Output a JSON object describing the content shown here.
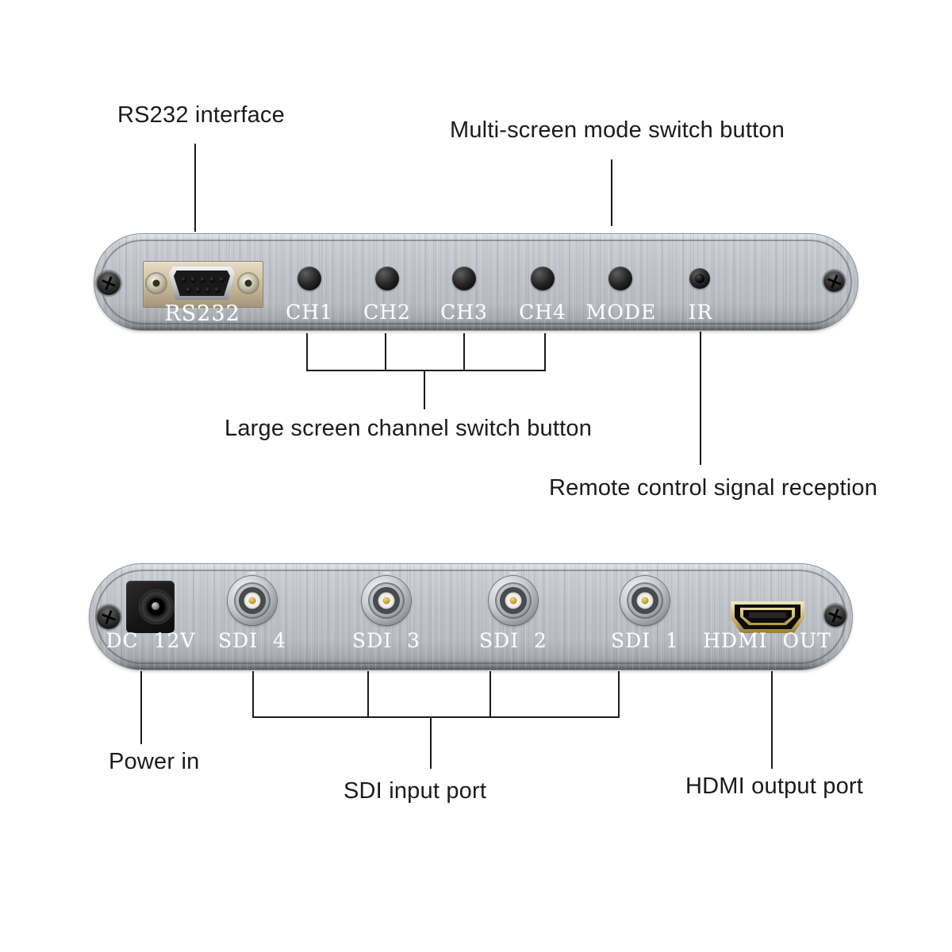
{
  "colors": {
    "panel_metal": "#bfc3c9",
    "panel_edge": "#54575c",
    "silkscreen_text": "#ffffff",
    "annotation_text": "#1b1b1b",
    "hdmi_gold": "#cdb267",
    "bnc_pin_gold": "#c79a2e"
  },
  "annotations": {
    "rs232": "RS232 interface",
    "multi_screen": "Multi-screen mode switch button",
    "large_screen": "Large screen channel switch button",
    "remote": "Remote control signal reception",
    "power_in": "Power in",
    "sdi_input": "SDI input port",
    "hdmi_output": "HDMI output port"
  },
  "device": {
    "top_panel": {
      "rs232_port_label": "RS232",
      "buttons": [
        {
          "label": "CH1"
        },
        {
          "label": "CH2"
        },
        {
          "label": "CH3"
        },
        {
          "label": "CH4"
        },
        {
          "label": "MODE"
        },
        {
          "label": "IR"
        }
      ]
    },
    "bottom_panel": {
      "power_label": "DC 12V",
      "sdi_ports": [
        {
          "label": "SDI 4"
        },
        {
          "label": "SDI 3"
        },
        {
          "label": "SDI 2"
        },
        {
          "label": "SDI 1"
        }
      ],
      "hdmi_label": "HDMI OUT"
    }
  }
}
